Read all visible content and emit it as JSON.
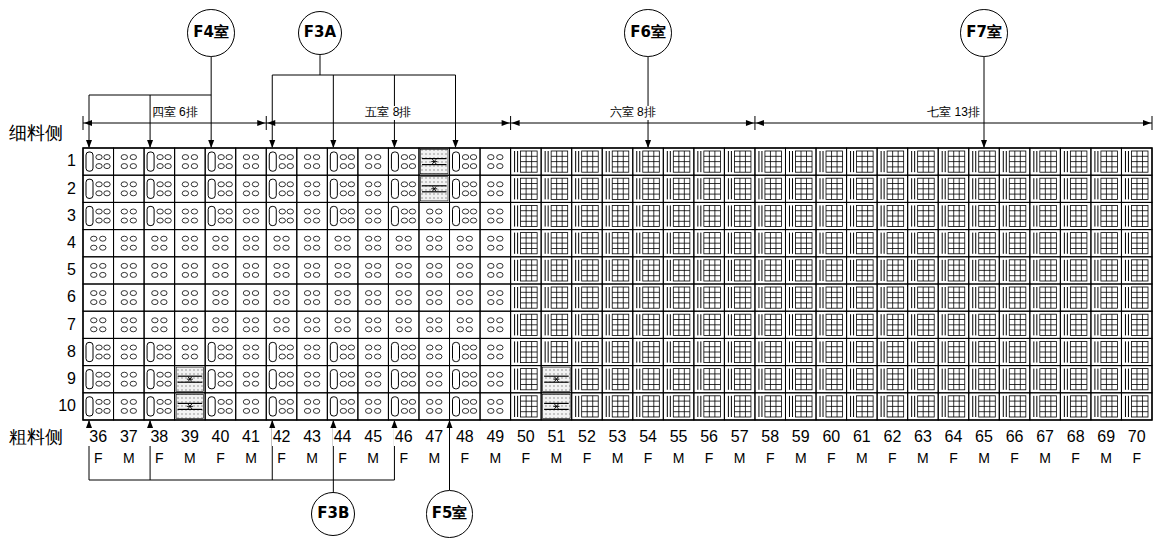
{
  "diagram": {
    "nodes": [
      {
        "text": [
          "F4室"
        ]
      },
      {
        "text": [
          "F3A"
        ]
      },
      {
        "text": [
          "F6室"
        ]
      },
      {
        "text": [
          "F7室"
        ]
      },
      {
        "text": [
          "F3B"
        ]
      },
      {
        "text": [
          "F5室"
        ]
      }
    ],
    "labels": [
      "四室 6排",
      "五室 8排",
      "六室 8排",
      "七室 13排",
      "细料侧",
      "1",
      "2",
      "3",
      "4",
      "5",
      "6",
      "7",
      "8",
      "9",
      "10",
      "粗料侧",
      "36",
      "37",
      "38",
      "39",
      "40",
      "41",
      "42",
      "43",
      "44",
      "45",
      "46",
      "47",
      "48",
      "49",
      "50",
      "51",
      "52",
      "53",
      "54",
      "55",
      "56",
      "57",
      "58",
      "59",
      "60",
      "61",
      "62",
      "63",
      "64",
      "65",
      "66",
      "67",
      "68",
      "69",
      "70",
      "F",
      "M",
      "F",
      "M",
      "F",
      "M",
      "F",
      "M",
      "F",
      "M",
      "F",
      "M",
      "F",
      "M",
      "F",
      "M",
      "F",
      "M",
      "F",
      "M",
      "F",
      "M",
      "F",
      "M",
      "F",
      "M",
      "F",
      "M",
      "F",
      "M",
      "F",
      "M",
      "F",
      "M",
      "F"
    ]
  }
}
